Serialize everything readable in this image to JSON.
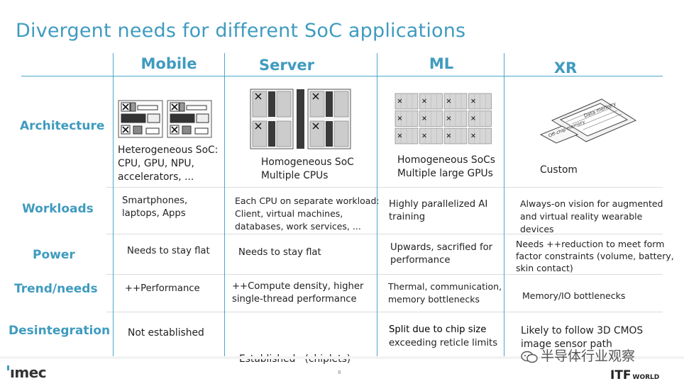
{
  "title": "Divergent needs for different SoC applications",
  "columns": [
    "Mobile",
    "Server",
    "ML",
    "XR"
  ],
  "rows": [
    {
      "label": "Architecture",
      "cells": [
        [
          "Heterogeneous SoC:",
          "CPU, GPU, NPU,",
          "accelerators, ..."
        ],
        [
          "Homogeneous SoC",
          "Multiple CPUs"
        ],
        [
          "Homogeneous SoCs",
          "Multiple large GPUs"
        ],
        [
          "Custom"
        ]
      ]
    },
    {
      "label": "Workloads",
      "cells": [
        [
          "Smartphones,",
          "laptops, Apps"
        ],
        [
          "Each CPU on separate workload:",
          "Client, virtual machines,",
          "databases, work services,  ..."
        ],
        [
          "Highly parallelized AI",
          "training"
        ],
        [
          "Always-on vision for augmented",
          "and virtual reality wearable",
          "devices"
        ]
      ]
    },
    {
      "label": "Power",
      "cells": [
        [
          "Needs to stay flat"
        ],
        [
          "Needs to stay flat"
        ],
        [
          "Upwards, sacrified for",
          "performance"
        ],
        [
          "Needs ++reduction to meet form",
          "factor constraints (volume, battery,",
          "skin contact)"
        ]
      ]
    },
    {
      "label": "Trend/needs",
      "cells": [
        [
          "++Performance"
        ],
        [
          "++Compute density, higher",
          "single-thread performance"
        ],
        [
          "Thermal, communication,",
          "memory bottlenecks"
        ],
        [
          "Memory/IO bottlenecks"
        ]
      ]
    },
    {
      "label": "Desintegration",
      "cells": [
        [
          "Not established"
        ],
        [
          "Established   (chiplets)"
        ],
        [
          "Split due to chip size",
          "exceeding reticle limits"
        ],
        [
          "Likely to follow 3D CMOS",
          "image sensor path"
        ]
      ]
    }
  ],
  "diagram_labels": {
    "data_memory": "Data memory",
    "off_chip": "Off-chip memory"
  },
  "footer": {
    "logo_left": "ımec",
    "page_number": "8",
    "logo_right": "ITF",
    "logo_right_sub": "WORLD",
    "watermark": "半导体行业观察"
  },
  "colors": {
    "accent": "#3f9bbf",
    "text": "#222222",
    "divider": "#dcdcdc"
  }
}
